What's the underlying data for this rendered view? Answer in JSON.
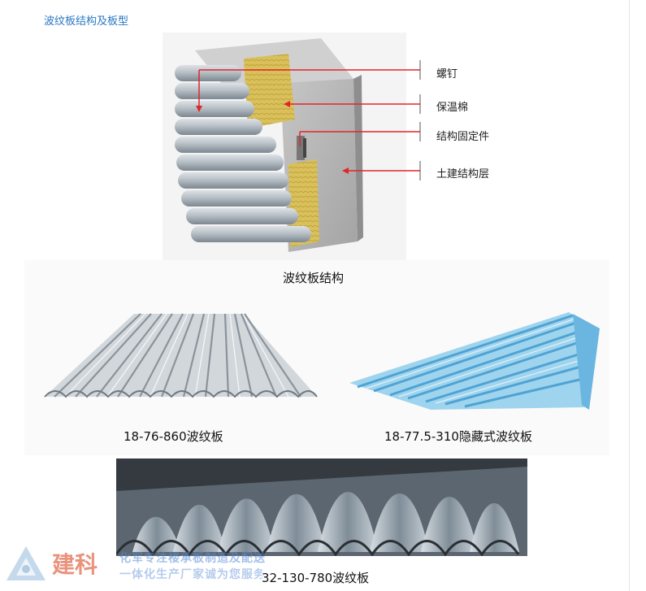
{
  "heading": "波纹板结构及板型",
  "structure": {
    "labels": [
      "螺钉",
      "保温棉",
      "结构固定件",
      "土建结构层"
    ],
    "caption": "波纹板结构"
  },
  "panels": [
    {
      "caption": "18-76-860波纹板"
    },
    {
      "caption": "18-77.5-310隐藏式波纹板"
    },
    {
      "caption": "32-130-780波纹板"
    }
  ],
  "watermark": {
    "logo": "建科",
    "line1": "化军专注楼承板制造及配送",
    "line2": "一体化生产厂家诚为您服务"
  },
  "colors": {
    "heading": "#2a78c2",
    "callout": "#e0262b",
    "insulation": "#d9c05a",
    "blue_panel": "#7cc3e6"
  }
}
